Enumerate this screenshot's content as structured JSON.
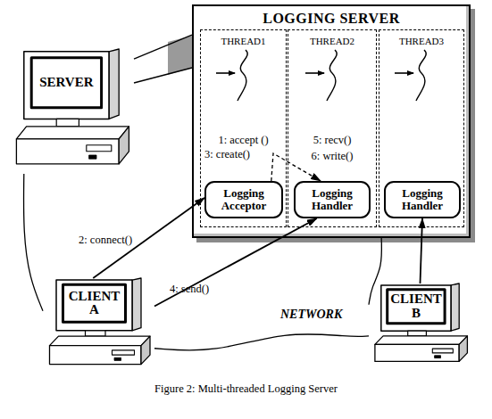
{
  "diagram": {
    "caption": "Figure 2: Multi-threaded Logging Server",
    "nodes": [
      {
        "text": [
          "SERVER"
        ]
      },
      {
        "text": [
          "LOGGING SERVER"
        ]
      },
      {
        "text": [
          "THREAD1",
          "1: accept ()"
        ],
        "in": 1
      },
      {
        "text": [
          "Logging Acceptor"
        ],
        "in": 2
      },
      {
        "text": [
          "THREAD2",
          "5: recv()",
          "6: write()"
        ],
        "in": 1
      },
      {
        "text": [
          "Logging Handler"
        ],
        "in": 4
      },
      {
        "text": [
          "THREAD3"
        ],
        "in": 1
      },
      {
        "text": [
          "Logging Handler"
        ],
        "in": 6
      },
      {
        "text": [
          "CLIENT A"
        ]
      },
      {
        "text": [
          "CLIENT B"
        ]
      }
    ],
    "edges": [
      {
        "from": 8,
        "to": 3,
        "arrow": "to",
        "label": "2: connect()"
      },
      {
        "from": 3,
        "to": 5,
        "arrow": "to",
        "label": "3: create()"
      },
      {
        "from": 8,
        "to": 5,
        "arrow": "to",
        "label": "4: send()"
      },
      {
        "from": 9,
        "to": 7,
        "arrow": "to"
      },
      {
        "from": 0,
        "to": 1,
        "arrow": "none"
      },
      {
        "from": 0,
        "to": 8,
        "arrow": "none"
      },
      {
        "from": 8,
        "to": 9,
        "arrow": "none"
      },
      {
        "from": 1,
        "to": 9,
        "arrow": "none"
      }
    ],
    "labels": [
      "NETWORK"
    ]
  }
}
